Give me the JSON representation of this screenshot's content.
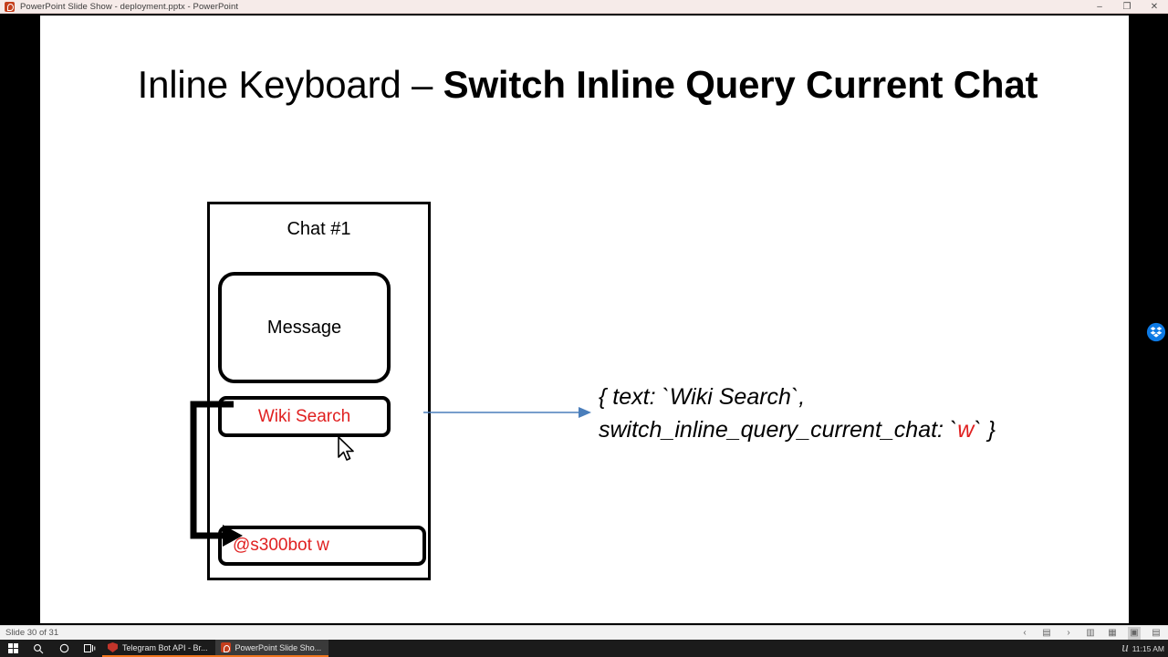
{
  "window": {
    "title": "PowerPoint Slide Show  -  deployment.pptx - PowerPoint",
    "app_icon": "powerpoint-icon",
    "controls": {
      "minimize": "–",
      "restore": "❐",
      "close": "✕"
    }
  },
  "slide": {
    "title_light": "Inline Keyboard – ",
    "title_bold": "Switch Inline Query Current Chat",
    "chat_panel": {
      "title": "Chat #1",
      "message_box_label": "Message",
      "inline_button_label": "Wiki Search",
      "input_value": "@s300bot w"
    },
    "annotation": {
      "line1": "{ text: `Wiki Search`,",
      "line2_prefix": "switch_inline_query_current_chat: `",
      "line2_value": "w",
      "line2_suffix": "` }"
    },
    "colors": {
      "accent_red": "#e02020",
      "connector_blue": "#4a7ebb",
      "outline_black": "#000000"
    }
  },
  "statusbar": {
    "slide_counter": "Slide 30 of 31",
    "buttons": [
      {
        "name": "previous-slide",
        "glyph": "‹"
      },
      {
        "name": "slide-thumbnail",
        "glyph": "▤"
      },
      {
        "name": "next-slide",
        "glyph": "›"
      },
      {
        "name": "normal-view",
        "glyph": "▥"
      },
      {
        "name": "slide-sorter-view",
        "glyph": "▦"
      },
      {
        "name": "reading-view",
        "glyph": "▣"
      },
      {
        "name": "slide-show-view",
        "glyph": "▤"
      }
    ]
  },
  "taskbar": {
    "system_buttons": [
      {
        "name": "start-button",
        "glyph": "⊞"
      },
      {
        "name": "search-icon",
        "glyph": "🔍"
      },
      {
        "name": "cortana-icon",
        "glyph": "◯"
      },
      {
        "name": "task-view-icon",
        "glyph": "❑"
      }
    ],
    "apps": [
      {
        "name": "taskbar-item-brave",
        "label": "Telegram Bot API - Br...",
        "icon": "brave-icon"
      },
      {
        "name": "taskbar-item-powerpoint",
        "label": "PowerPoint Slide Sho...",
        "icon": "powerpoint-icon"
      }
    ],
    "clock": "11:15 AM",
    "watermark": "u"
  },
  "tray": {
    "dropbox_label": "dropbox-icon"
  }
}
